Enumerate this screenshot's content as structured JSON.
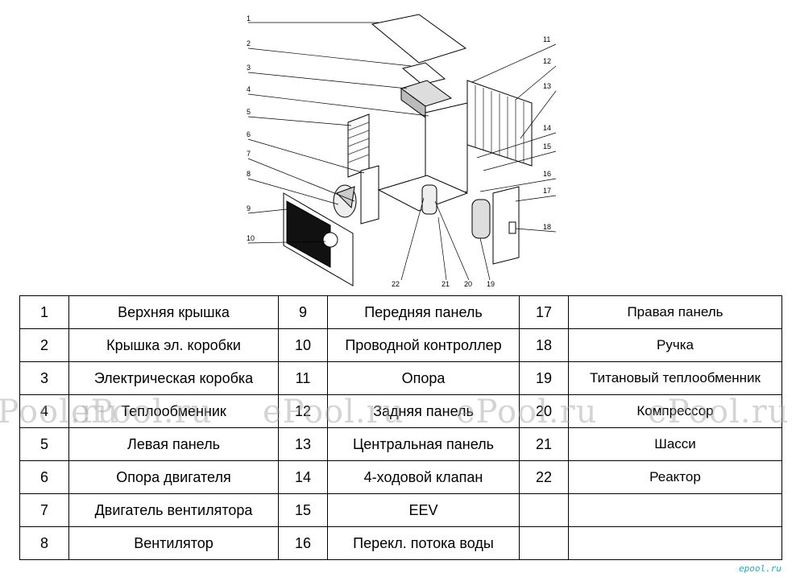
{
  "callouts": [
    "1",
    "2",
    "3",
    "4",
    "5",
    "6",
    "7",
    "8",
    "9",
    "10",
    "11",
    "12",
    "13",
    "14",
    "15",
    "16",
    "17",
    "18",
    "19",
    "20",
    "21",
    "22"
  ],
  "table": {
    "rows": [
      [
        {
          "n": "1",
          "name": "Верхняя крышка"
        },
        {
          "n": "9",
          "name": "Передняя панель"
        },
        {
          "n": "17",
          "name": "Правая панель"
        }
      ],
      [
        {
          "n": "2",
          "name": "Крышка эл. коробки"
        },
        {
          "n": "10",
          "name": "Проводной контроллер"
        },
        {
          "n": "18",
          "name": "Ручка"
        }
      ],
      [
        {
          "n": "3",
          "name": "Электрическая коробка"
        },
        {
          "n": "11",
          "name": "Опора"
        },
        {
          "n": "19",
          "name": "Титановый теплообменник"
        }
      ],
      [
        {
          "n": "4",
          "name": "Теплообменник"
        },
        {
          "n": "12",
          "name": "Задняя панель"
        },
        {
          "n": "20",
          "name": "Компрессор"
        }
      ],
      [
        {
          "n": "5",
          "name": "Левая панель"
        },
        {
          "n": "13",
          "name": "Центральная панель"
        },
        {
          "n": "21",
          "name": "Шасси"
        }
      ],
      [
        {
          "n": "6",
          "name": "Опора двигателя"
        },
        {
          "n": "14",
          "name": "4-ходовой клапан"
        },
        {
          "n": "22",
          "name": "Реактор"
        }
      ],
      [
        {
          "n": "7",
          "name": "Двигатель вентилятора"
        },
        {
          "n": "15",
          "name": "EEV"
        },
        {
          "n": "",
          "name": ""
        }
      ],
      [
        {
          "n": "8",
          "name": "Вентилятор"
        },
        {
          "n": "16",
          "name": "Перекл. потока воды"
        },
        {
          "n": "",
          "name": ""
        }
      ]
    ]
  },
  "watermark": "ePool.ru",
  "brand": "epool.ru"
}
